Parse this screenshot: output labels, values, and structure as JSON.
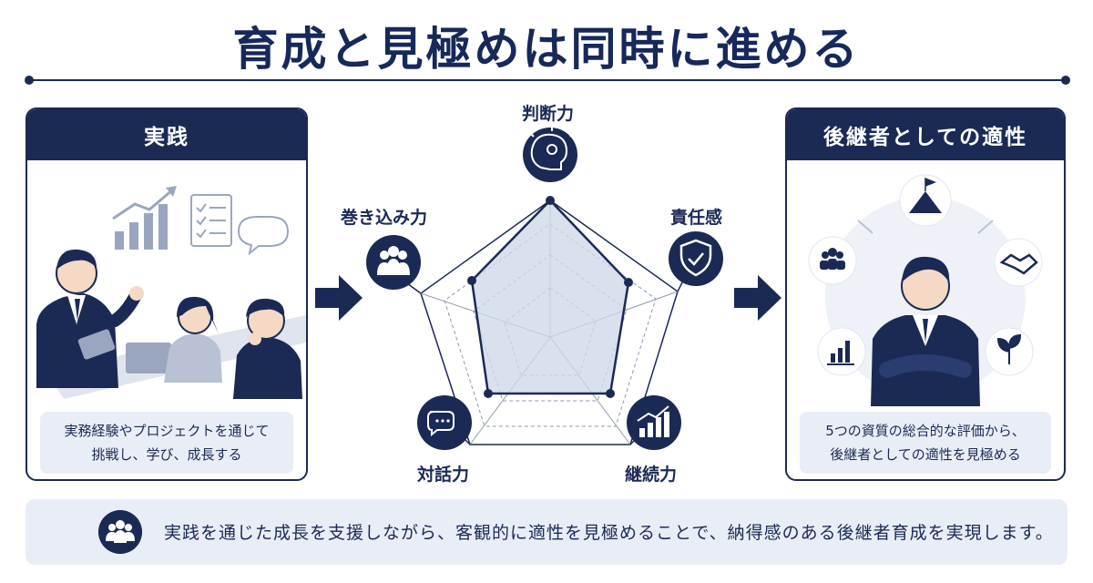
{
  "title": "育成と見極めは同時に進める",
  "left_panel": {
    "heading": "実践",
    "caption_line1": "実務経験やプロジェクトを通じて",
    "caption_line2": "挑戦し、学び、成長する"
  },
  "right_panel": {
    "heading": "後継者としての適性",
    "caption_line1": "5つの資質の総合的な評価から、",
    "caption_line2": "後継者としての適性を見極める"
  },
  "radar": {
    "axes": [
      "判断力",
      "責任感",
      "継続力",
      "対話力",
      "巻き込み力"
    ],
    "icons": [
      "brain-lightbulb-icon",
      "shield-check-icon",
      "growth-chart-icon",
      "chat-bubbles-icon",
      "group-icon"
    ]
  },
  "footer": {
    "text": "実践を通じた成長を支援しながら、客観的に適性を見極めることで、納得感のある後継者育成を実現します。"
  },
  "colors": {
    "navy": "#1b2a55",
    "light_panel": "#e9edf5",
    "radar_fill": "#cfd8ea"
  }
}
